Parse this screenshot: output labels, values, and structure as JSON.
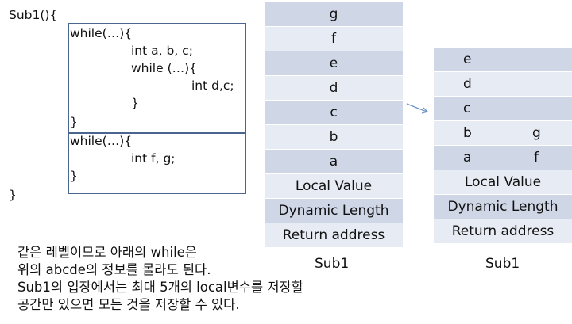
{
  "code": {
    "func_open": "Sub1(){",
    "while1_open": "while(…){",
    "decl_abc": "int a, b, c;",
    "while_inner_open": "while (…){",
    "decl_dc": "int d,c;",
    "close_inner": "}",
    "close_while1": "}",
    "while2_open": "while(…){",
    "decl_fg": "int f, g;",
    "close_while2": "}",
    "func_close": "}"
  },
  "stack_left": {
    "cells": [
      "g",
      "f",
      "e",
      "d",
      "c",
      "b",
      "a",
      "Local Value",
      "Dynamic Length",
      "Return address"
    ],
    "caption": "Sub1"
  },
  "stack_right": {
    "cells": [
      "e",
      "d",
      "c",
      "b",
      "a",
      "Local Value",
      "Dynamic Length",
      "Return address"
    ],
    "side": [
      "",
      "",
      "",
      "g",
      "f",
      "",
      "",
      ""
    ],
    "caption": "Sub1"
  },
  "note": {
    "line1": "같은 레벨이므로 아래의 while은",
    "line2": "위의 abcde의 정보를 몰라도 된다.",
    "line3": "Sub1의 입장에서는 최대 5개의 local변수를 저장할",
    "line4": "공간만 있으면 모든 것을 저장할 수 있다."
  },
  "colors": {
    "box_border": "#4a6590",
    "cell_dark": "#cfd6e6",
    "cell_light": "#e7ebf3",
    "arrow": "#6f94c6"
  }
}
